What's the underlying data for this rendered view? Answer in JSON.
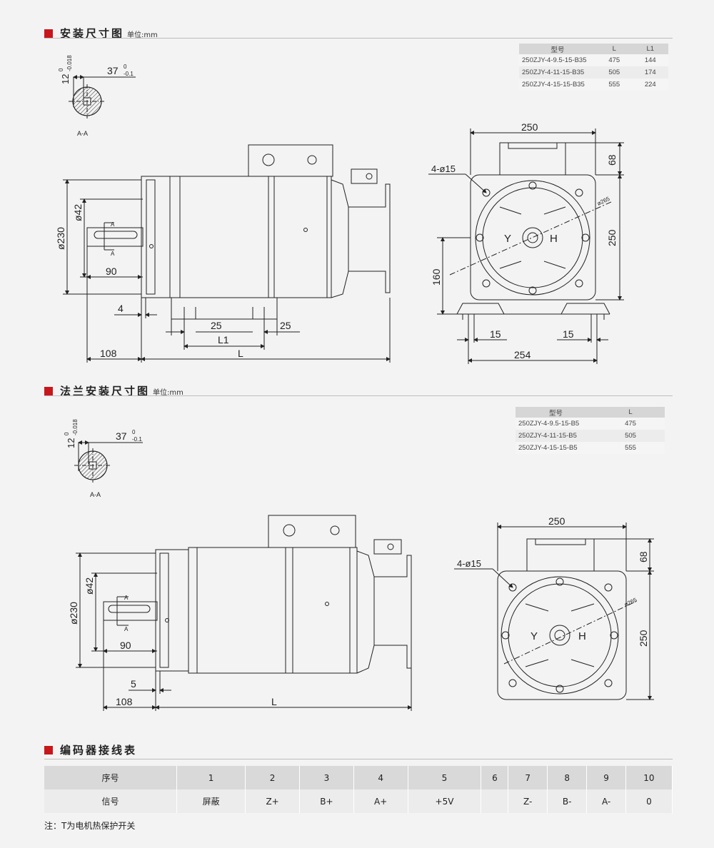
{
  "section1": {
    "title": "安装尺寸图",
    "unit": "单位:mm"
  },
  "section2": {
    "title": "法兰安装尺寸图",
    "unit": "单位:mm"
  },
  "section3": {
    "title": "编码器接线表"
  },
  "table_b35": {
    "headers": [
      "型号",
      "L",
      "L1"
    ],
    "rows": [
      [
        "250ZJY-4-9.5-15-B35",
        "475",
        "144"
      ],
      [
        "250ZJY-4-11-15-B35",
        "505",
        "174"
      ],
      [
        "250ZJY-4-15-15-B35",
        "555",
        "224"
      ]
    ]
  },
  "table_b5": {
    "headers": [
      "型号",
      "L"
    ],
    "rows": [
      [
        "250ZJY-4-9.5-15-B5",
        "475"
      ],
      [
        "250ZJY-4-11-15-B5",
        "505"
      ],
      [
        "250ZJY-4-15-15-B5",
        "555"
      ]
    ]
  },
  "dims": {
    "aa": "A-A",
    "a": "A",
    "key_w": "12",
    "key_tol_top": "0",
    "key_tol_bot": "-0.018",
    "key_h": "37",
    "key_h_tol_top": "0",
    "key_h_tol_bot": "-0.1",
    "d42": "ø42",
    "d230": "ø230",
    "d90": "90",
    "d4": "4",
    "d5": "5",
    "d108": "108",
    "d25": "25",
    "l1": "L1",
    "l": "L",
    "d250": "250",
    "d68": "68",
    "d160": "160",
    "d15": "15",
    "d254": "254",
    "holes": "4-ø15",
    "d265": "ø265",
    "y": "Y",
    "h": "H"
  },
  "encoder": {
    "row1": [
      "序号",
      "1",
      "2",
      "3",
      "4",
      "5",
      "6",
      "7",
      "8",
      "9",
      "10"
    ],
    "row2": [
      "信号",
      "屏蔽",
      "Z+",
      "B+",
      "A+",
      "+5V",
      "",
      "Z-",
      "B-",
      "A-",
      "0"
    ]
  },
  "note": "注：T为电机热保护开关"
}
